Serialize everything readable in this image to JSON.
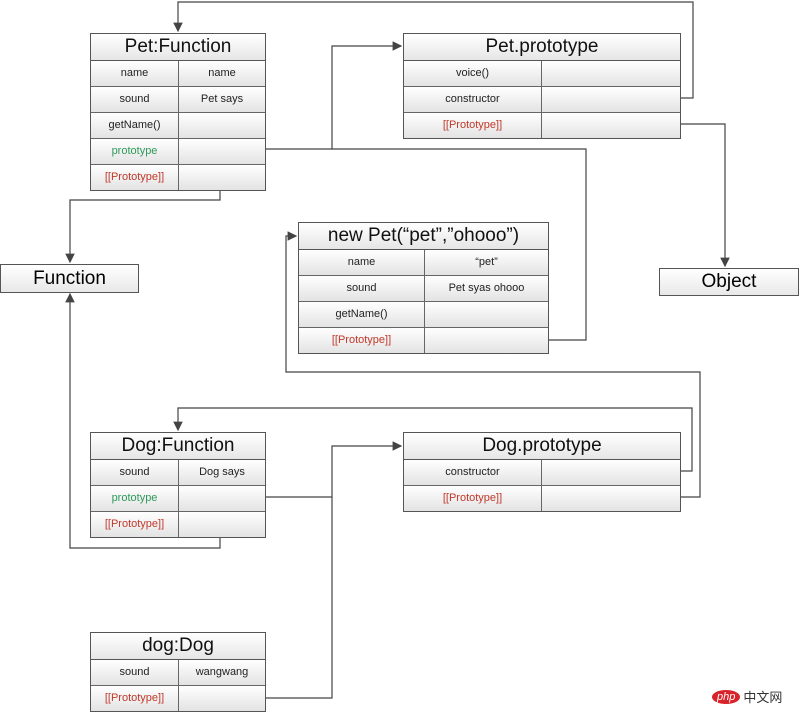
{
  "boxes": {
    "pet_function": {
      "title": "Pet:Function",
      "rows": [
        {
          "key": "name",
          "value": "name"
        },
        {
          "key": "sound",
          "value": "Pet says"
        },
        {
          "key": "getName()",
          "value": ""
        },
        {
          "key": "prototype",
          "value": ""
        },
        {
          "key": "[[Prototype]]",
          "value": ""
        }
      ]
    },
    "pet_prototype": {
      "title": "Pet.prototype",
      "rows": [
        {
          "key": "voice()",
          "value": ""
        },
        {
          "key": "constructor",
          "value": ""
        },
        {
          "key": "[[Prototype]]",
          "value": ""
        }
      ]
    },
    "new_pet": {
      "title": "new Pet(“pet”,”ohooo”)",
      "rows": [
        {
          "key": "name",
          "value": "“pet”"
        },
        {
          "key": "sound",
          "value": "Pet syas ohooo"
        },
        {
          "key": "getName()",
          "value": ""
        },
        {
          "key": "[[Prototype]]",
          "value": ""
        }
      ]
    },
    "dog_function": {
      "title": "Dog:Function",
      "rows": [
        {
          "key": "sound",
          "value": "Dog says"
        },
        {
          "key": "prototype",
          "value": ""
        },
        {
          "key": "[[Prototype]]",
          "value": ""
        }
      ]
    },
    "dog_prototype": {
      "title": "Dog.prototype",
      "rows": [
        {
          "key": "constructor",
          "value": ""
        },
        {
          "key": "[[Prototype]]",
          "value": ""
        }
      ]
    },
    "dog_instance": {
      "title": "dog:Dog",
      "rows": [
        {
          "key": "sound",
          "value": "wangwang"
        },
        {
          "key": "[[Prototype]]",
          "value": ""
        }
      ]
    }
  },
  "labels": {
    "function": "Function",
    "object": "Object"
  },
  "watermark": {
    "badge": "php",
    "text": "中文网"
  },
  "colors": {
    "prototype": "#2e9a5a",
    "proto_link": "#c0392b",
    "line": "#444444"
  }
}
